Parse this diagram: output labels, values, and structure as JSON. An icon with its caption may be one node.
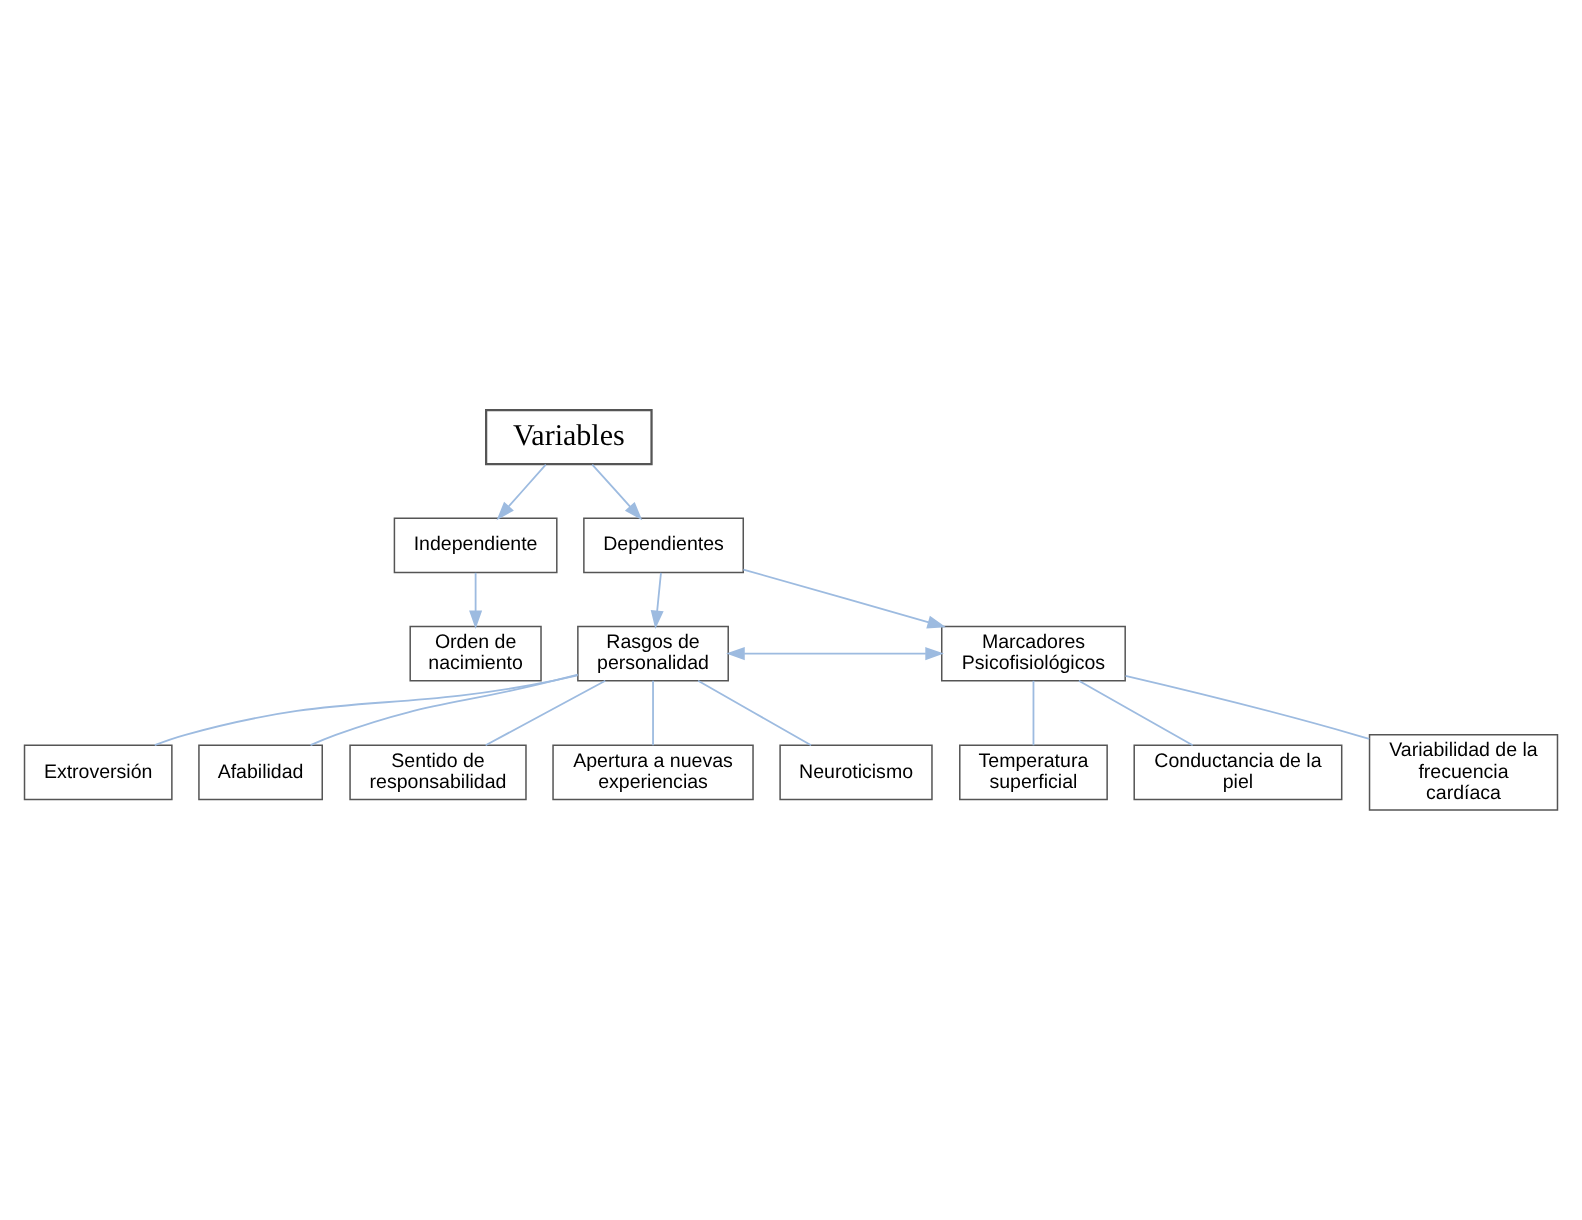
{
  "diagram": {
    "nodes": [
      {
        "text": [
          "Variables"
        ]
      },
      {
        "text": [
          "Independiente"
        ]
      },
      {
        "text": [
          "Dependientes"
        ]
      },
      {
        "text": [
          "Orden de nacimiento"
        ]
      },
      {
        "text": [
          "Rasgos de personalidad"
        ]
      },
      {
        "text": [
          "Marcadores Psicofisiológicos"
        ]
      },
      {
        "text": [
          "Extroversión"
        ]
      },
      {
        "text": [
          "Afabilidad"
        ]
      },
      {
        "text": [
          "Sentido de responsabilidad"
        ]
      },
      {
        "text": [
          "Apertura a nuevas experiencias"
        ]
      },
      {
        "text": [
          "Neuroticismo"
        ]
      },
      {
        "text": [
          "Temperatura superficial"
        ]
      },
      {
        "text": [
          "Conductancia de la piel"
        ]
      },
      {
        "text": [
          "Variabilidad de la frecuencia cardíaca"
        ]
      }
    ],
    "edges": [
      {
        "from": 0,
        "to": 1,
        "arrow": "to"
      },
      {
        "from": 0,
        "to": 2,
        "arrow": "to"
      },
      {
        "from": 1,
        "to": 3,
        "arrow": "to"
      },
      {
        "from": 2,
        "to": 4,
        "arrow": "to"
      },
      {
        "from": 2,
        "to": 5,
        "arrow": "to"
      },
      {
        "from": 4,
        "to": 5,
        "arrow": "both"
      },
      {
        "from": 4,
        "to": 6,
        "arrow": "none"
      },
      {
        "from": 4,
        "to": 7,
        "arrow": "none"
      },
      {
        "from": 4,
        "to": 8,
        "arrow": "none"
      },
      {
        "from": 4,
        "to": 9,
        "arrow": "none"
      },
      {
        "from": 4,
        "to": 10,
        "arrow": "none"
      },
      {
        "from": 5,
        "to": 11,
        "arrow": "none"
      },
      {
        "from": 5,
        "to": 12,
        "arrow": "none"
      },
      {
        "from": 5,
        "to": 13,
        "arrow": "none"
      }
    ]
  }
}
